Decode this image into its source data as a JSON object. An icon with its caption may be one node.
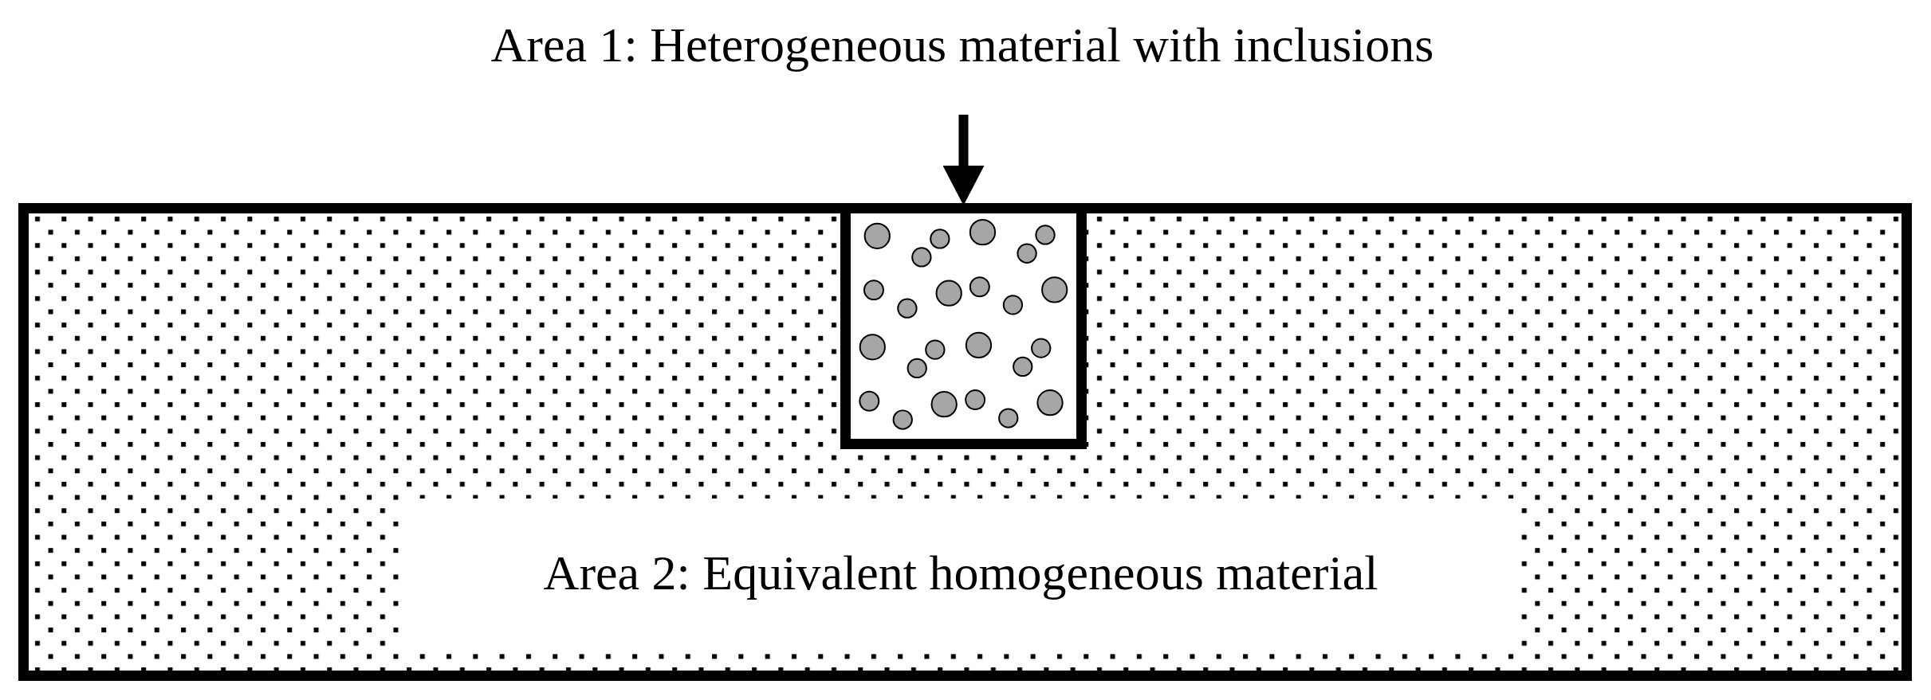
{
  "diagram": {
    "nodes": [
      {
        "text": [
          "Area 1: Heterogeneous material with inclusions"
        ]
      },
      {
        "text": [],
        "shape": "box"
      },
      {
        "text": [],
        "shape": "box",
        "in": 1
      },
      {
        "text": [
          "Area 2: Equivalent homogeneous material"
        ],
        "in": 1
      }
    ],
    "edges": [
      {
        "from": 0,
        "to": 2,
        "arrow": "to"
      }
    ]
  }
}
